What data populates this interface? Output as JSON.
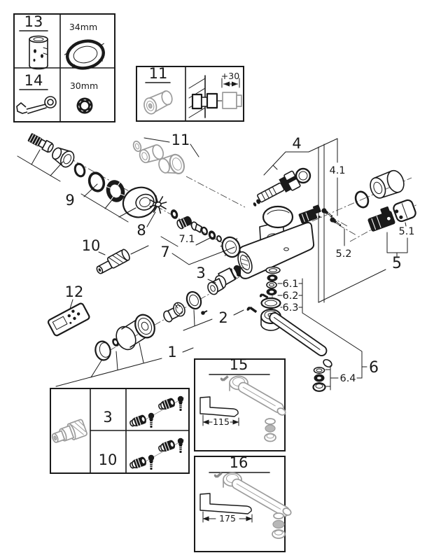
{
  "colors": {
    "line_color": "#1a1a1a",
    "muted_part_color": "#9b9b9b",
    "background": "#ffffff"
  },
  "tool_kit_box": {
    "tool_13_label": "13",
    "ring_size_label": "34mm",
    "tool_14_label": "14",
    "nut_size_label": "30mm"
  },
  "extension_box": {
    "part_label": "11",
    "extension_dimension": "+30"
  },
  "exploded_view": {
    "labels": {
      "group_1": "1",
      "part_2": "2",
      "part_3": "3",
      "group_4": "4",
      "part_4_1": "4.1",
      "group_5": "5",
      "part_5_1": "5.1",
      "part_5_2": "5.2",
      "group_6": "6",
      "part_6_1": "6.1",
      "part_6_2": "6.2",
      "part_6_3": "6.3",
      "part_6_4": "6.4",
      "group_7": "7",
      "part_7_1": "7.1",
      "part_8": "8",
      "group_9": "9",
      "part_10": "10",
      "part_11": "11",
      "part_12": "12"
    }
  },
  "check_valve_box": {
    "row_3_label": "3",
    "row_10_label": "10"
  },
  "spout_box_15": {
    "part_label": "15",
    "length_mm": "115"
  },
  "spout_box_16": {
    "part_label": "16",
    "length_mm": "175"
  }
}
